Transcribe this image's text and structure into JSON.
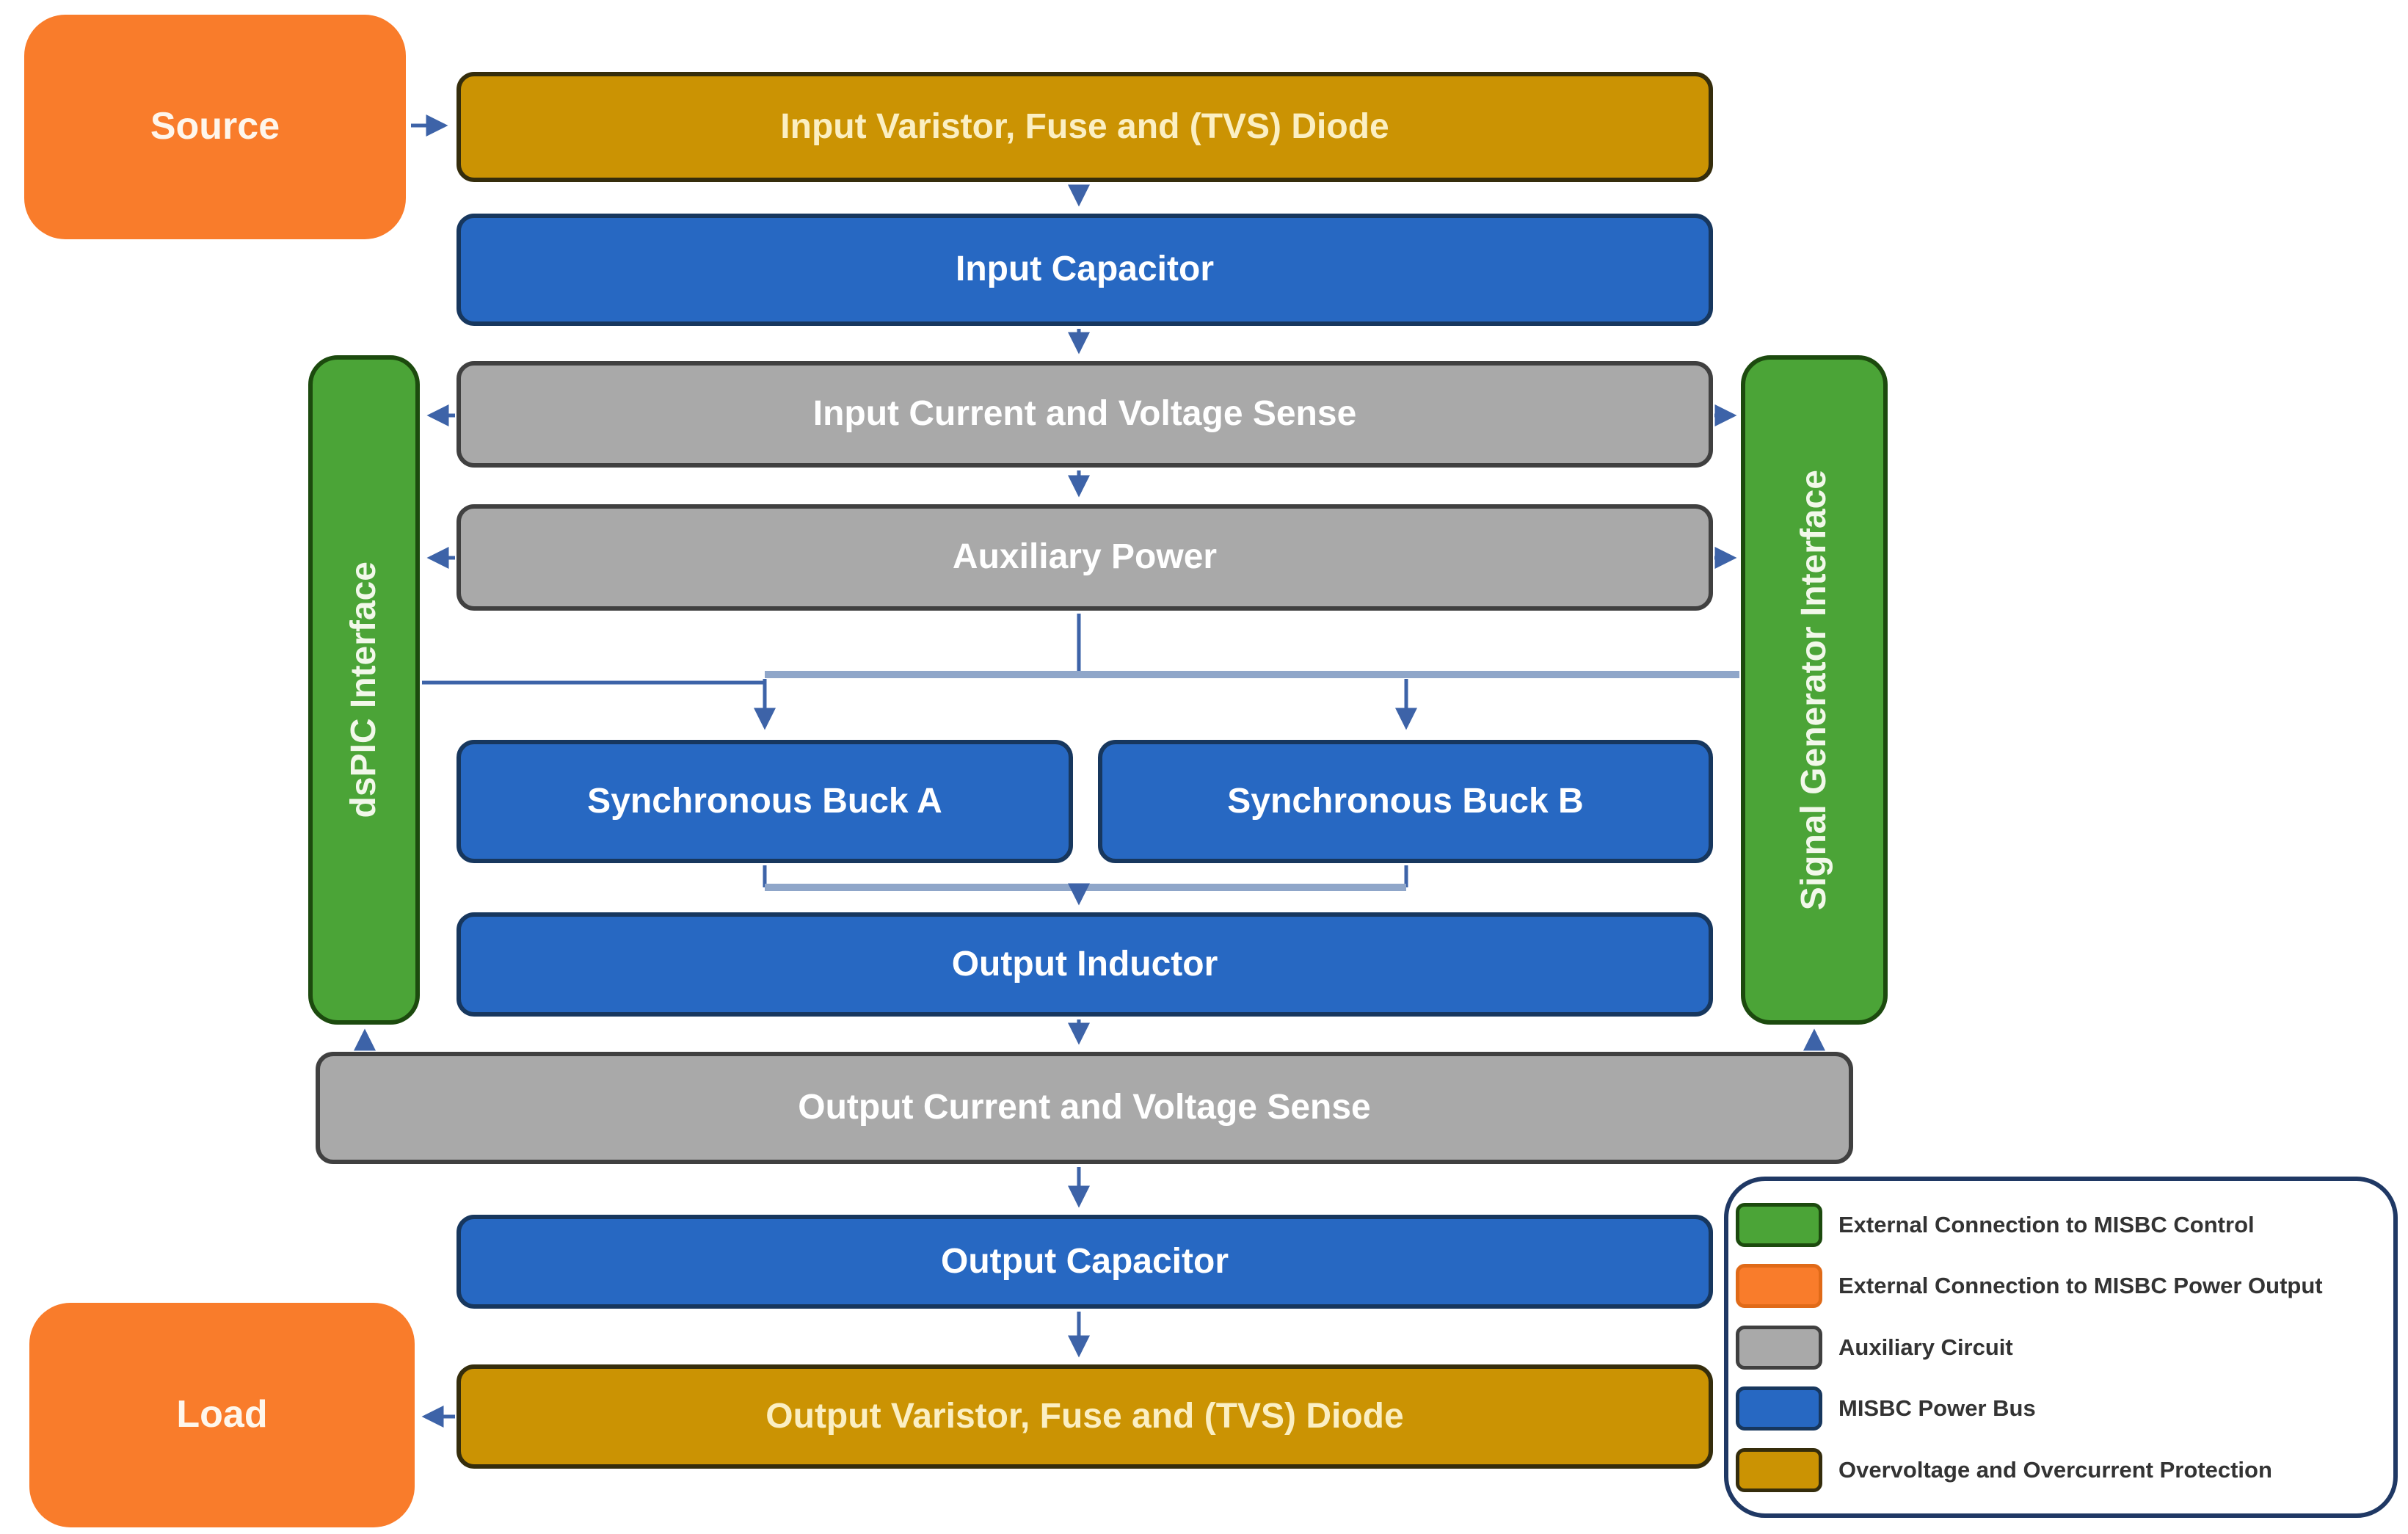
{
  "diagram": {
    "nodes": {
      "source": "Source",
      "load": "Load",
      "input_varistor": "Input Varistor, Fuse and (TVS) Diode",
      "input_capacitor": "Input Capacitor",
      "input_sense": "Input Current and Voltage Sense",
      "aux_power": "Auxiliary Power",
      "buck_a": "Synchronous Buck A",
      "buck_b": "Synchronous Buck B",
      "output_inductor": "Output Inductor",
      "output_sense": "Output Current and Voltage Sense",
      "output_capacitor": "Output Capacitor",
      "output_varistor": "Output Varistor, Fuse and (TVS) Diode",
      "dspic_interface": "dsPIC Interface",
      "signal_generator_interface": "Signal Generator Interface"
    }
  },
  "legend": {
    "items": [
      {
        "label": "External Connection to MISBC Control",
        "color": "#4BA437"
      },
      {
        "label": "External Connection to MISBC Power Output",
        "color": "#F97C2B"
      },
      {
        "label": "Auxiliary Circuit",
        "color": "#A9A9A9"
      },
      {
        "label": "MISBC Power Bus",
        "color": "#2768C2"
      },
      {
        "label": "Overvoltage and Overcurrent Protection",
        "color": "#CB9303"
      }
    ]
  },
  "colors": {
    "orange_terminal": "#F97C2B",
    "gold_protection": "#CB9303",
    "blue_power_bus": "#2768C2",
    "gray_auxiliary": "#A9A9A9",
    "green_control": "#4BA437",
    "arrow_dark": "#3D63A8",
    "arrow_light_bus": "#8FA6C9",
    "legend_border": "#1F3864"
  }
}
